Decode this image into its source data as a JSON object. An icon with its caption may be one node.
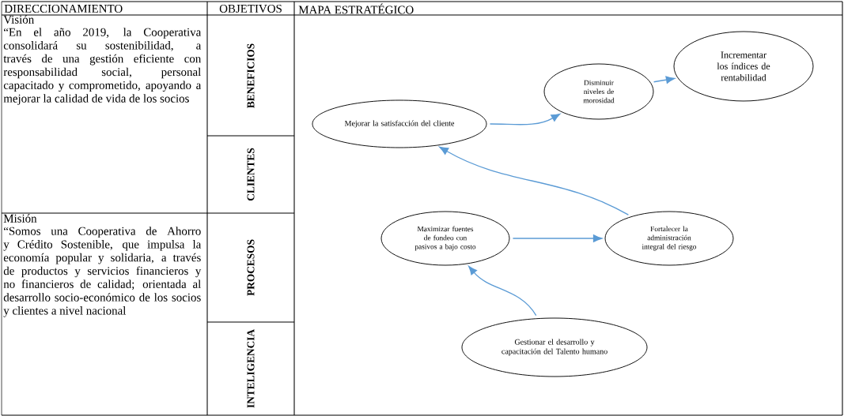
{
  "diagram": {
    "nodes": [
      {
        "text": [
          "Mejorar la satisfacción del cliente"
        ]
      },
      {
        "text": [
          "Disminuir niveles de morosidad"
        ]
      },
      {
        "text": [
          "Incrementar los índices de rentabilidad"
        ]
      },
      {
        "text": [
          "Maximizar fuentes de fondeo con pasivos a bajo costo"
        ]
      },
      {
        "text": [
          "Fortalecer la administración integral del riesgo"
        ]
      },
      {
        "text": [
          "Gestionar el desarrollo y capacitación del Talento humano"
        ]
      }
    ],
    "edges": [
      {
        "from": 0,
        "to": 1,
        "arrow": "to"
      },
      {
        "from": 1,
        "to": 2,
        "arrow": "to"
      },
      {
        "from": 4,
        "to": 0,
        "arrow": "to"
      },
      {
        "from": 3,
        "to": 4,
        "arrow": "to"
      },
      {
        "from": 5,
        "to": 3,
        "arrow": "to"
      }
    ],
    "labels": [
      "DIRECCIONAMIENTO",
      "OBJETIVOS",
      "MAPA ESTRATÉGICO",
      "Visión",
      "“En el año 2019, la Cooperativa consolidará su sostenibilidad, a través de una gestión eficiente con responsabilidad social, personal capacitado y comprometido, apoyando a mejorar la calidad de vida de los socios",
      "BENEFICIOS",
      "CLIENTES",
      "Misión",
      "“Somos una Cooperativa de Ahorro y Crédito Sostenible, que impulsa la economía popular y solidaria, a través de productos y servicios financieros y no financieros de calidad; orientada al desarrollo socio-económico de los socios y clientes a nivel nacional",
      "PROCESOS",
      "INTELIGENCIA"
    ]
  }
}
